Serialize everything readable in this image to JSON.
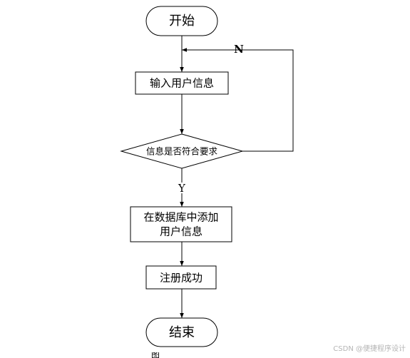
{
  "nodes": {
    "start": "开始",
    "input": "输入用户信息",
    "decision": "信息是否符合要求",
    "db_add_line1": "在数据库中添加",
    "db_add_line2": "用户信息",
    "register_success": "注册成功",
    "end": "结束"
  },
  "edges": {
    "no_label": "N",
    "yes_label": "Y"
  },
  "watermark": "CSDN @便捷程序设计",
  "caption": "图"
}
